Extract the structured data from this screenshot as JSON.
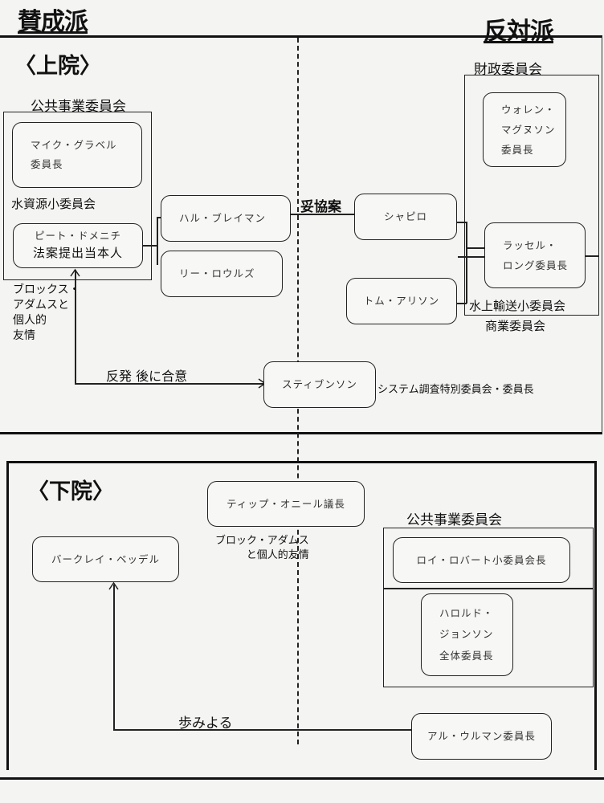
{
  "header": {
    "support_label": "賛成派",
    "oppose_label": "反対派"
  },
  "senate": {
    "title": "〈上院〉",
    "public_works_committee": "公共事業委員会",
    "water_resources_subcommittee": "水資源小委員会",
    "finance_committee": "財政委員会",
    "water_transport_subcommittee": "水上輸送小委員会",
    "commerce_committee": "商業委員会",
    "nodes": {
      "gravel": "マイク・グラベル\n委員長",
      "domenici_name": "ピート・ドメニチ",
      "domenici_role": "法案提出当本人",
      "brayman": "ハル・ブレイマン",
      "rawls": "リー・ロウルズ",
      "shapiro": "シャピロ",
      "allison": "トム・アリソン",
      "magnuson": "ウォレン・\nマグヌソン\n委員長",
      "long": "ラッセル・\nロング委員長",
      "stevenson": "スティブンソン"
    },
    "notes": {
      "compromise": "妥協案",
      "brock_adams_friendship": "ブロックス・\nアダムスと\n個人的\n友情",
      "opposed_then_agreed": "反発 後に合意",
      "stevenson_role": "システム調査特別委員会・委員長"
    }
  },
  "house": {
    "title": "〈下院〉",
    "public_works_committee": "公共事業委員会",
    "nodes": {
      "oneill": "ティップ・オニール議長",
      "bedell": "バークレイ・ベッデル",
      "roberts": "ロイ・ロバート小委員会長",
      "johnson": "ハロルド・\nジョンソン\n全体委員長",
      "ullman": "アル・ウルマン委員長"
    },
    "notes": {
      "brock_adams_friendship": "ブロック・アダムス\nと個人的友情",
      "concession": "歩みよる"
    }
  }
}
